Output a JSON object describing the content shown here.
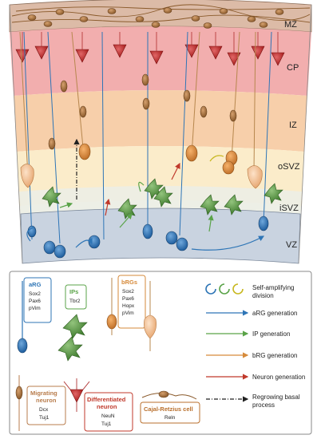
{
  "zones": {
    "mz": "MZ",
    "cp": "CP",
    "iz": "IZ",
    "osvz": "oSVZ",
    "isvz": "iSVZ",
    "vz": "VZ"
  },
  "legend": {
    "arg": {
      "title": "aRG",
      "markers": [
        "Sox2",
        "Pax6",
        "pVim"
      ]
    },
    "ips": {
      "title": "IPs",
      "markers": [
        "Tbr2"
      ]
    },
    "brgs": {
      "title": "bRGs",
      "markers": [
        "Sox2",
        "Pax6",
        "Hopx",
        "pVim"
      ]
    },
    "migrating": {
      "title_lines": [
        "Migrating",
        "neuron"
      ],
      "markers": [
        "Dcx",
        "Tuj1"
      ]
    },
    "differentiated": {
      "title_lines": [
        "Differentiated",
        "neuron"
      ],
      "markers": [
        "NeuN",
        "Tuj1"
      ]
    },
    "cajal": {
      "title": "Cajal-Retzius cell",
      "markers": [
        "Reln"
      ]
    },
    "key": {
      "self_amplifying": [
        "Self-amplifying",
        "division"
      ],
      "arg_generation": "aRG generation",
      "ip_generation": "IP generation",
      "brg_generation": "bRG generation",
      "neuron_generation": "Neuron generation",
      "regrowing": [
        "Regrowing basal",
        "process"
      ]
    }
  },
  "colors": {
    "mz": "#d9b6a4",
    "cp": "#f2a9a9",
    "iz": "#f6cda6",
    "osvz": "#fbeccb",
    "isvz": "#eaece6",
    "vz": "#c9d3e0",
    "arg": "#2e75b6",
    "ip": "#5aa348",
    "brg": "#d68a3a",
    "neuron": "#c0392b",
    "migrating": "#b87c4c",
    "cajal": "#b96f2c"
  }
}
